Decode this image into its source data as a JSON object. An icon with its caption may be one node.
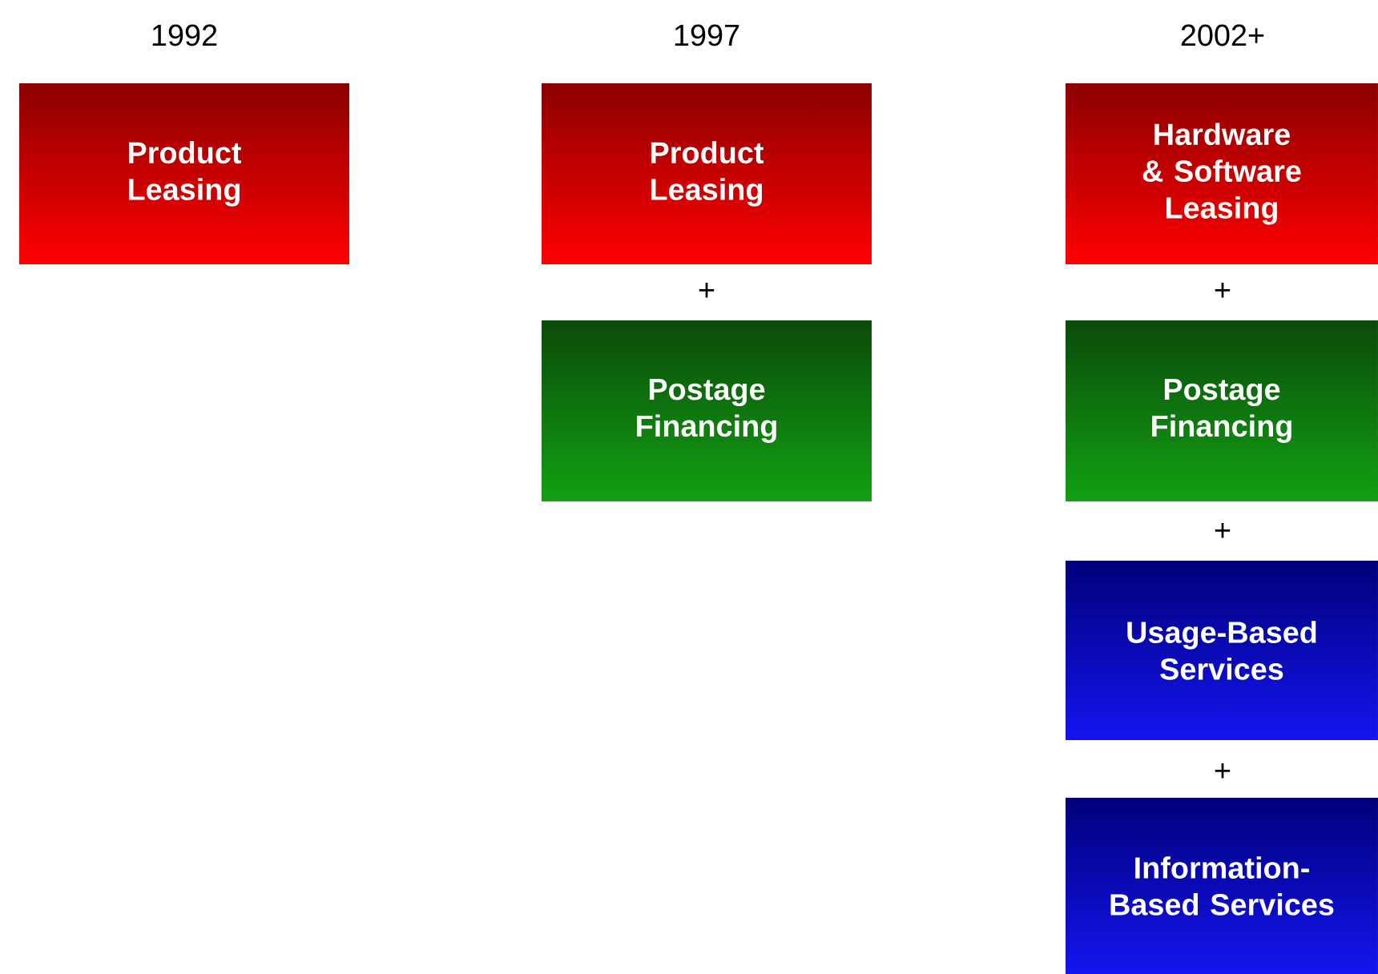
{
  "diagram": {
    "nodes": [
      {
        "text": [
          "Product Leasing"
        ]
      },
      {
        "text": [
          "Product Leasing"
        ]
      },
      {
        "text": [
          "Postage Financing"
        ]
      },
      {
        "text": [
          "Hardware & Software Leasing"
        ]
      },
      {
        "text": [
          "Postage Financing"
        ]
      },
      {
        "text": [
          "Usage-Based Services"
        ]
      },
      {
        "text": [
          "Information-Based Services"
        ]
      }
    ],
    "labels": [
      "1992",
      "1997",
      "2002+",
      "+",
      "+",
      "+",
      "+"
    ]
  }
}
